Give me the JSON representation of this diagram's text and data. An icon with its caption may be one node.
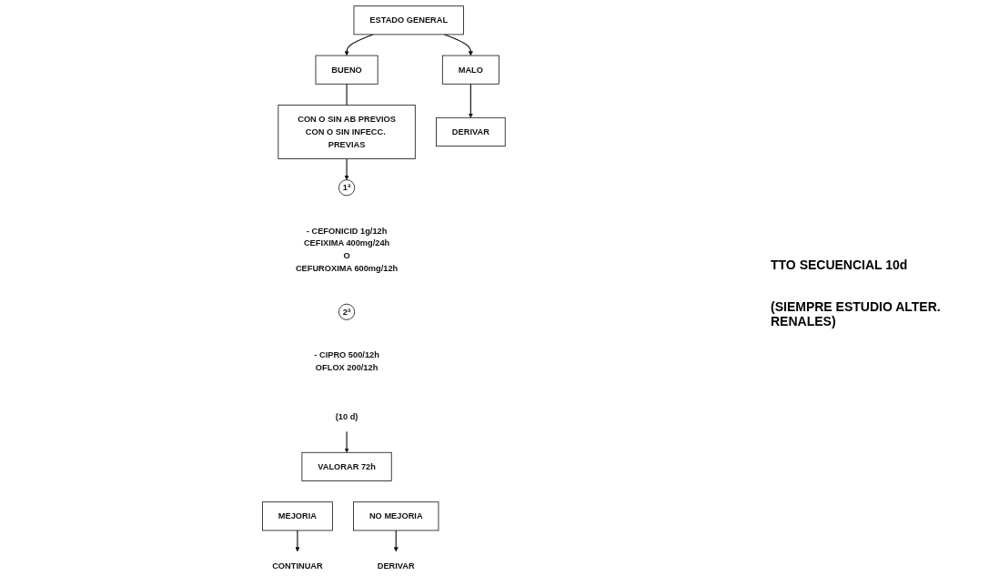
{
  "diagram": {
    "nodes": [
      {
        "text": [
          "ESTADO GENERAL"
        ]
      },
      {
        "text": [
          "BUENO"
        ]
      },
      {
        "text": [
          "MALO"
        ]
      },
      {
        "text": [
          "CON O SIN AB PREVIOS",
          "CON O SIN INFECC. PREVIAS"
        ]
      },
      {
        "text": [
          "DERIVAR"
        ]
      },
      {
        "text": [
          "1ª"
        ],
        "beside": [
          "- CEFONICID 1g/12h",
          "CEFIXIMA 400mg/24h",
          "O",
          "CEFUROXIMA 600mg/12h"
        ]
      },
      {
        "text": [
          "2ª"
        ],
        "beside": [
          "- CIPRO 500/12h",
          "OFLOX 200/12h"
        ]
      },
      {
        "text": [
          "(10 d)"
        ]
      },
      {
        "text": [
          "VALORAR 72h"
        ]
      },
      {
        "text": [
          "MEJORIA"
        ]
      },
      {
        "text": [
          "CONTINUAR"
        ]
      },
      {
        "text": [
          "NO MEJORIA"
        ]
      },
      {
        "text": [
          "DERIVAR"
        ]
      }
    ],
    "edges": [
      {
        "from": 0,
        "to": 1,
        "arrow": "to"
      },
      {
        "from": 0,
        "to": 2,
        "arrow": "to"
      },
      {
        "from": 1,
        "to": 3,
        "arrow": "none"
      },
      {
        "from": 2,
        "to": 4,
        "arrow": "to"
      },
      {
        "from": 3,
        "to": 5,
        "arrow": "to"
      },
      {
        "from": 7,
        "to": 8,
        "arrow": "to"
      },
      {
        "from": 9,
        "to": 10,
        "arrow": "to"
      },
      {
        "from": 11,
        "to": 12,
        "arrow": "to"
      }
    ],
    "labels": [
      "TTO SECUENCIAL 10d",
      "(SIEMPRE ESTUDIO ALTER. RENALES)"
    ]
  }
}
